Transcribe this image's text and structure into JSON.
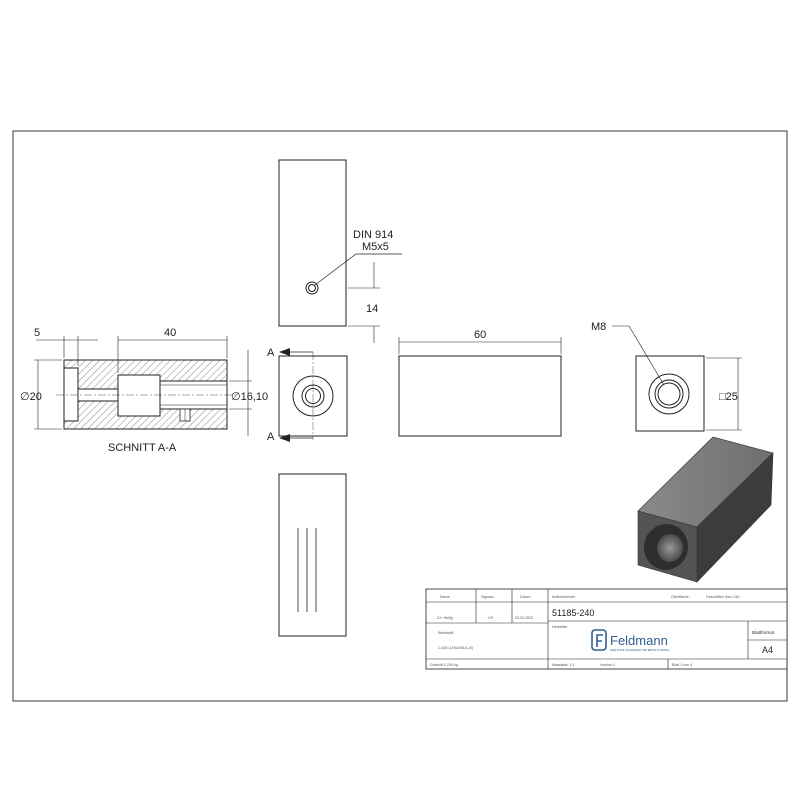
{
  "views": {
    "top_annotation_line1": "DIN 914",
    "top_annotation_line2": "M5x5",
    "dim_14": "14",
    "dim_5": "5",
    "dim_40": "40",
    "dim_60": "60",
    "dia_20": "∅20",
    "dia_16": "∅16,10",
    "section_A": "A",
    "section_label": "SCHNITT A-A",
    "thread_label": "M8",
    "square_25": "□25"
  },
  "title_block": {
    "headers": {
      "name": "Name",
      "signature": "Signatur",
      "date": "Datum",
      "article_no_label": "Artikelnummer",
      "surface_label": "Oberfläche:",
      "surface_value": "Geschliffen Korn 240"
    },
    "drawn_name": "Ch. Hollig",
    "drawn_sig": "CH",
    "drawn_date": "03.02.2022",
    "article_no": "51185-240",
    "manufacturer_label": "Hersteller",
    "brand_name": "Feldmann",
    "brand_tagline": "EDELSTAHL-SICHERHEIT, DIE BESTE AUSWAHL",
    "sheet_format_label": "Blattformat",
    "sheet_format": "A4",
    "material_label": "Werkstoff:",
    "material_value": "1.4301 (X5CrNi18-10)",
    "weight": "Gewicht 0.240 kg",
    "scale": "Massstab: 1:1",
    "version": "Version:1",
    "sheet": "Blatt 1 von 4"
  },
  "colors": {
    "line": "#222222",
    "brand": "#2f5f93",
    "iso_top": "#7b7b7b",
    "iso_front": "#545454",
    "iso_side": "#3c3c3c",
    "hatch": "#555555"
  }
}
